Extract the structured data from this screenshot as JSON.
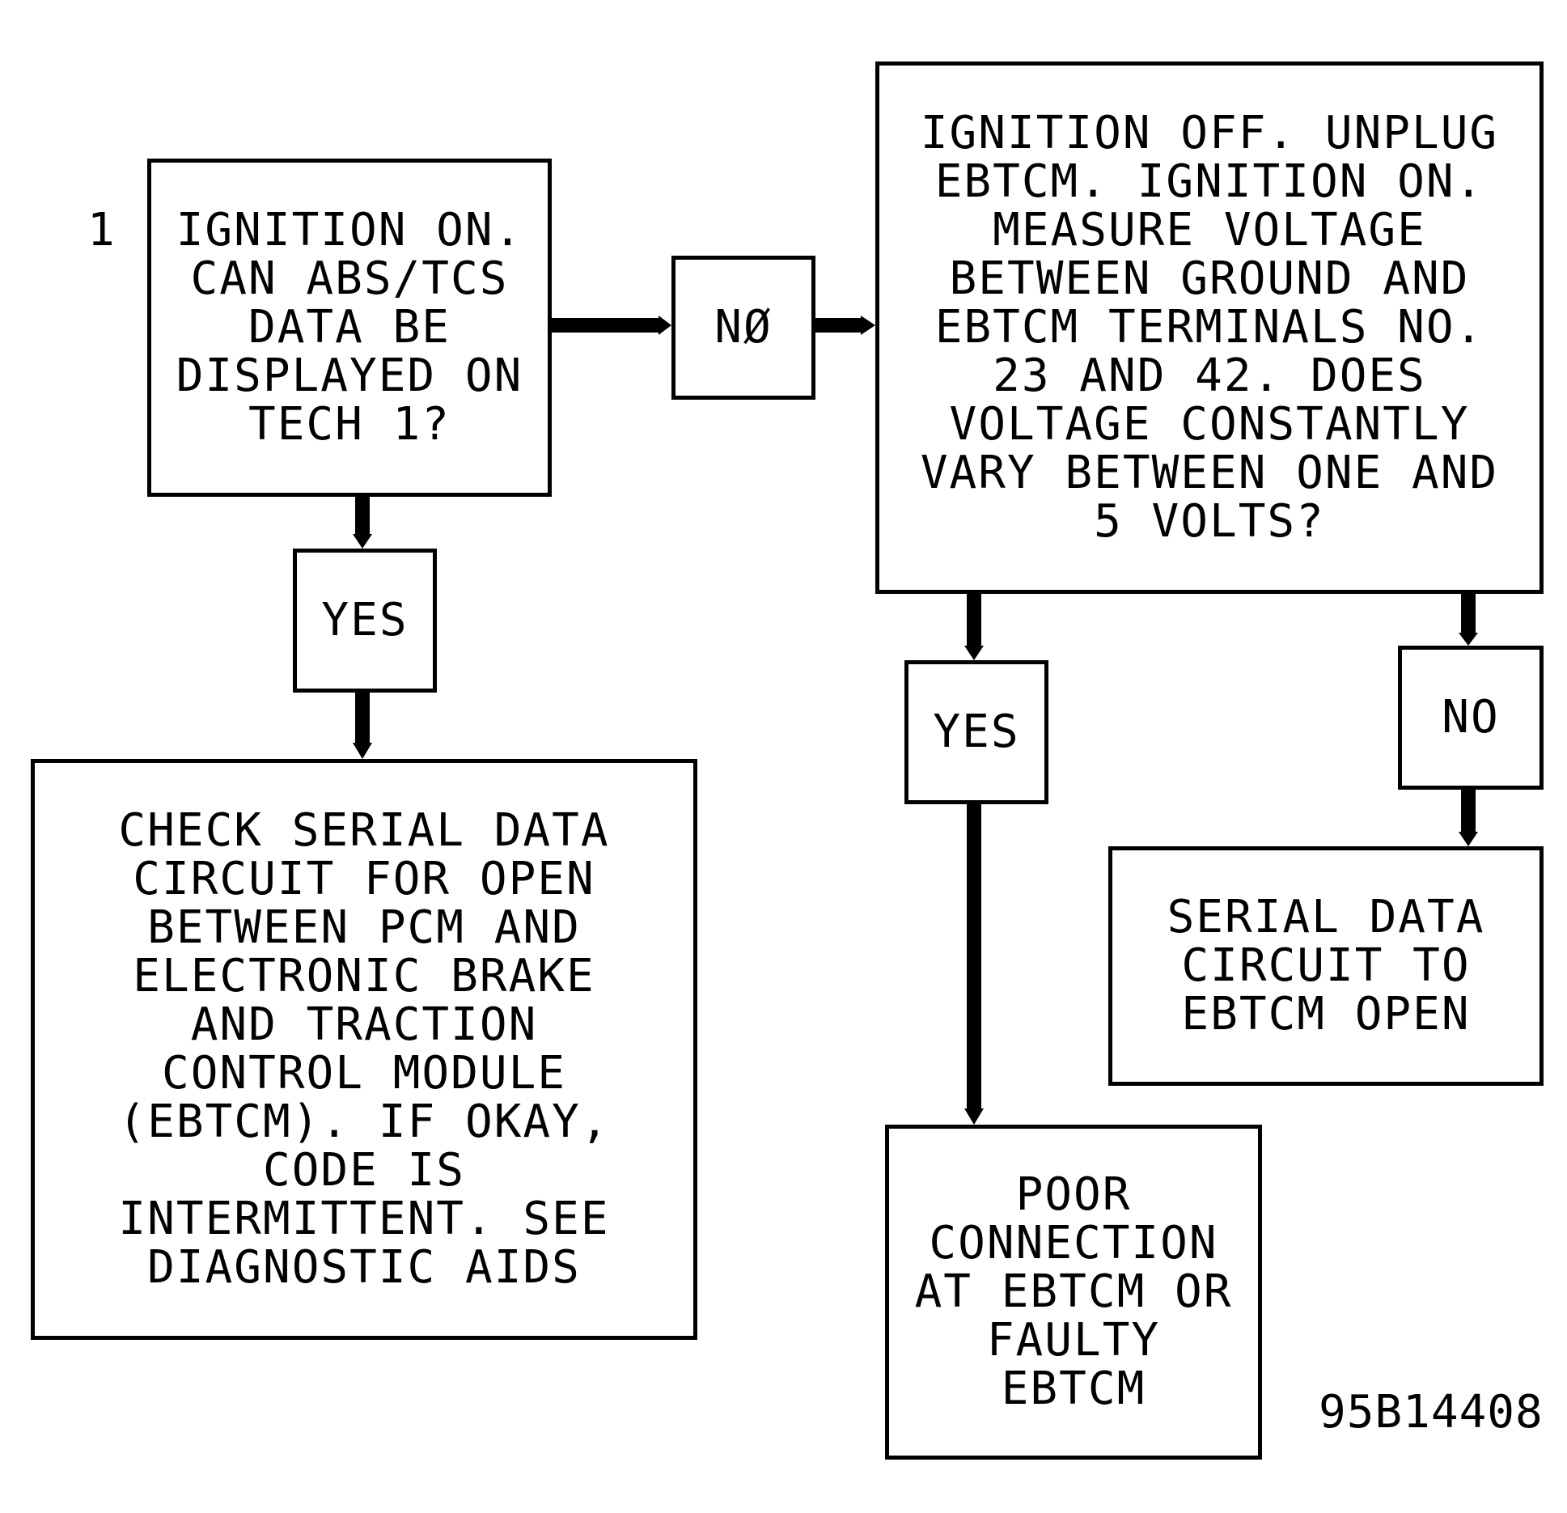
{
  "step_number": "1",
  "figure_id": "95B14408",
  "colors": {
    "line": "#000000",
    "background": "#ffffff"
  },
  "nodes": {
    "start": "IGNITION ON.\nCAN ABS/TCS\nDATA BE\nDISPLAYED ON\nTECH 1?",
    "no_1": "NØ",
    "measure": "IGNITION OFF. UNPLUG\nEBTCM. IGNITION ON.\nMEASURE VOLTAGE\nBETWEEN GROUND AND\nEBTCM TERMINALS NO.\n23 AND 42. DOES\nVOLTAGE CONSTANTLY\nVARY BETWEEN ONE AND\n5 VOLTS?",
    "yes_1": "YES",
    "check_serial": "CHECK SERIAL DATA\nCIRCUIT FOR OPEN\nBETWEEN PCM AND\nELECTRONIC BRAKE\nAND TRACTION\nCONTROL MODULE\n(EBTCM). IF OKAY,\nCODE IS\nINTERMITTENT. SEE\nDIAGNOSTIC AIDS",
    "yes_2": "YES",
    "no_2": "NO",
    "serial_open": "SERIAL DATA\nCIRCUIT TO\nEBTCM OPEN",
    "poor_connection": "POOR\nCONNECTION\nAT EBTCM OR\nFAULTY\nEBTCM"
  }
}
